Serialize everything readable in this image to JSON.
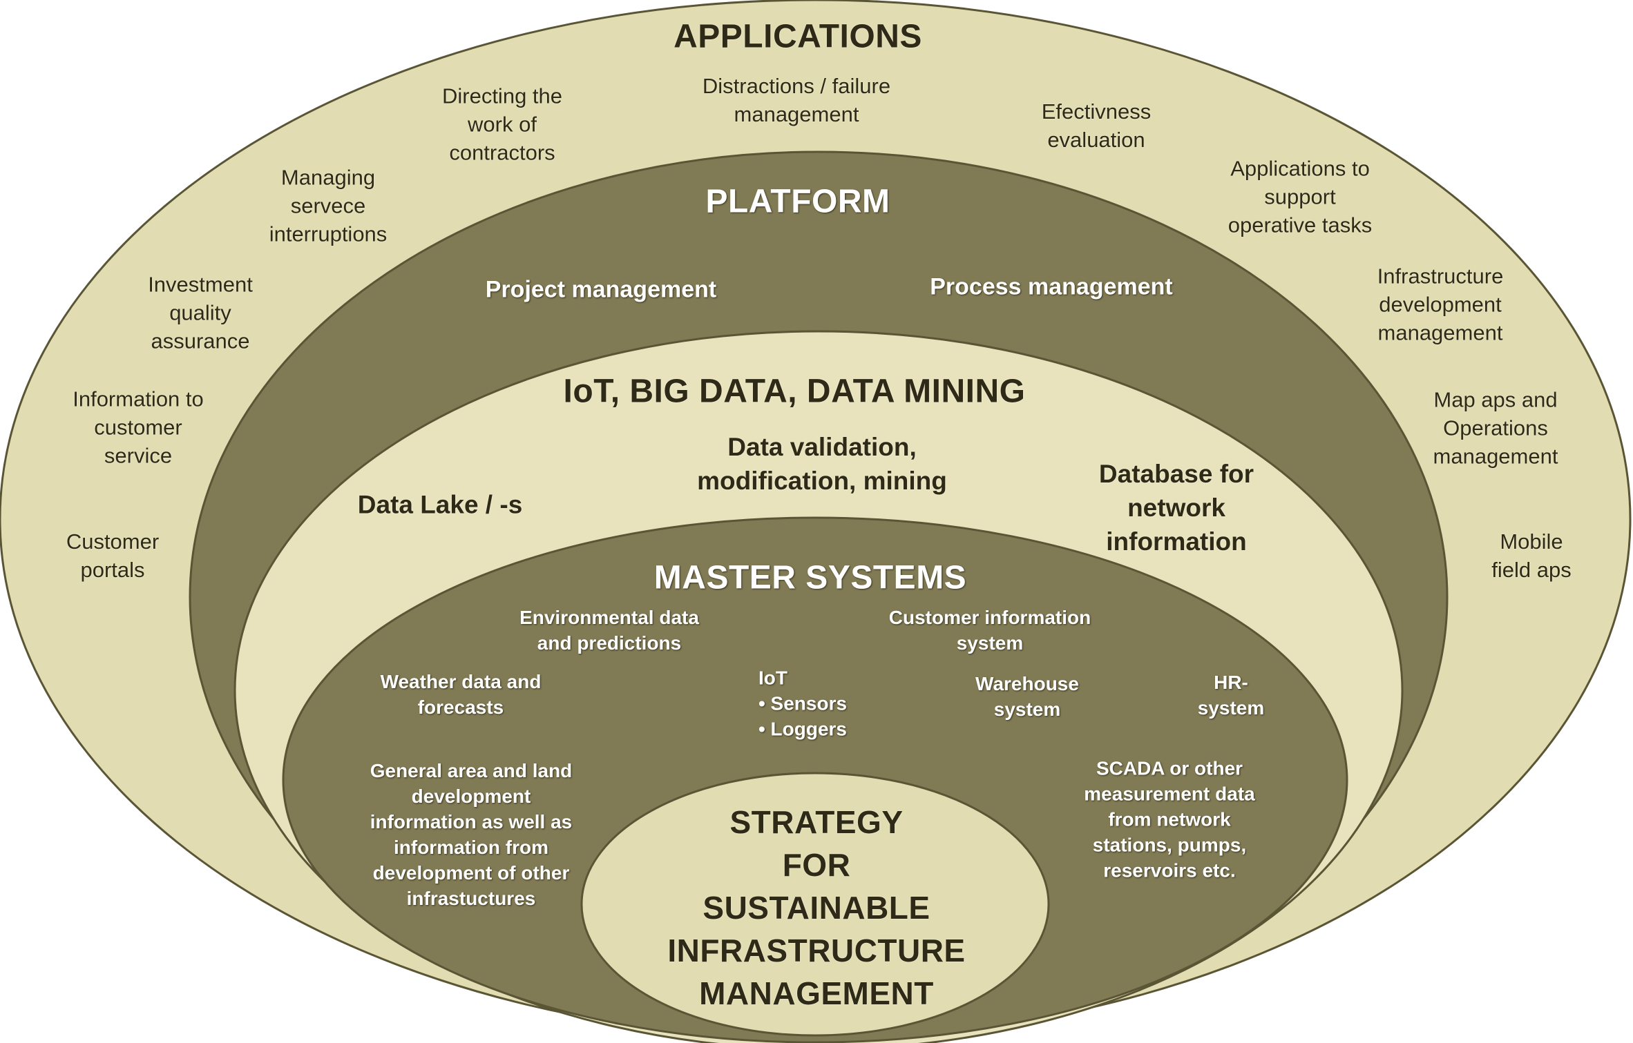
{
  "colors": {
    "applications_fill": "#e1dcb1",
    "platform_fill": "#807a55",
    "data_fill": "#e8e3bd",
    "master_fill": "#807a55",
    "core_fill": "#e1dcb1",
    "outline": "#5a5535"
  },
  "applications": {
    "title": "APPLICATIONS",
    "items": [
      {
        "id": "directing",
        "lines": [
          "Directing the",
          "work of",
          "contractors"
        ]
      },
      {
        "id": "distractions",
        "lines": [
          "Distractions / failure",
          "management"
        ]
      },
      {
        "id": "efectivness",
        "lines": [
          "Efectivness",
          "evaluation"
        ]
      },
      {
        "id": "managing",
        "lines": [
          "Managing",
          "servece",
          "interruptions"
        ]
      },
      {
        "id": "apps-support",
        "lines": [
          "Applications to",
          "support",
          "operative tasks"
        ]
      },
      {
        "id": "investment",
        "lines": [
          "Investment",
          "quality",
          "assurance"
        ]
      },
      {
        "id": "infra-dev",
        "lines": [
          "Infrastructure",
          "development",
          "management"
        ]
      },
      {
        "id": "info-customer",
        "lines": [
          "Information to",
          "customer",
          "service"
        ]
      },
      {
        "id": "map-aps",
        "lines": [
          "Map aps and",
          "Operations",
          "management"
        ]
      },
      {
        "id": "customer-portals",
        "lines": [
          "Customer",
          "portals"
        ]
      },
      {
        "id": "mobile",
        "lines": [
          "Mobile",
          "field aps"
        ]
      }
    ]
  },
  "platform": {
    "title": "PLATFORM",
    "items": [
      {
        "id": "project",
        "lines": [
          "Project management"
        ]
      },
      {
        "id": "process",
        "lines": [
          "Process management"
        ]
      }
    ]
  },
  "data_layer": {
    "title": "IoT, BIG DATA, DATA MINING",
    "items": [
      {
        "id": "validation",
        "lines": [
          "Data validation,",
          "modification, mining"
        ]
      },
      {
        "id": "lake",
        "lines": [
          "Data Lake / -s"
        ]
      },
      {
        "id": "database",
        "lines": [
          "Database for",
          "network",
          "information"
        ]
      }
    ]
  },
  "master": {
    "title": "MASTER SYSTEMS",
    "items": [
      {
        "id": "environmental",
        "lines": [
          "Environmental data",
          "and predictions"
        ]
      },
      {
        "id": "cis",
        "lines": [
          "Customer information",
          "system"
        ]
      },
      {
        "id": "weather",
        "lines": [
          "Weather data and",
          "forecasts"
        ]
      },
      {
        "id": "iot",
        "lines": [
          "IoT",
          "• Sensors",
          "• Loggers"
        ]
      },
      {
        "id": "warehouse",
        "lines": [
          "Warehouse",
          "system"
        ]
      },
      {
        "id": "hr",
        "lines": [
          "HR-",
          "system"
        ]
      },
      {
        "id": "general-area",
        "lines": [
          "General area and land",
          "development",
          "information as well as",
          "information from",
          "development of other",
          "infrastuctures"
        ]
      },
      {
        "id": "scada",
        "lines": [
          "SCADA or other",
          "measurement data",
          "from network",
          "stations, pumps,",
          "reservoirs etc."
        ]
      }
    ]
  },
  "core": {
    "lines": [
      "STRATEGY",
      "FOR",
      "SUSTAINABLE",
      "INFRASTRUCTURE",
      "MANAGEMENT"
    ]
  }
}
